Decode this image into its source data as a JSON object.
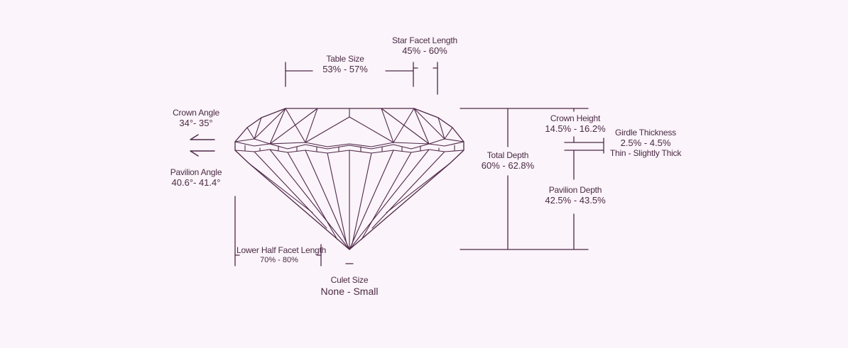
{
  "colors": {
    "background": "#fbf4fa",
    "line": "#4e2848",
    "text": "#4a2a44"
  },
  "labels": {
    "table_size": {
      "title": "Table Size",
      "value": "53% - 57%"
    },
    "star_facet_length": {
      "title": "Star Facet Length",
      "value": "45% - 60%"
    },
    "crown_angle": {
      "title": "Crown Angle",
      "value": "34°- 35°"
    },
    "pavilion_angle": {
      "title": "Pavilion Angle",
      "value": "40.6°- 41.4°"
    },
    "lower_half_facet_length": {
      "title": "Lower Half Facet Length",
      "value": "70% - 80%"
    },
    "culet_size": {
      "title": "Culet Size",
      "value": "None - Small"
    },
    "total_depth": {
      "title": "Total Depth",
      "value": "60% - 62.8%"
    },
    "crown_height": {
      "title": "Crown Height",
      "value": "14.5% - 16.2%"
    },
    "girdle_thickness": {
      "title": "Girdle Thickness",
      "value": "2.5% - 4.5%",
      "note": "Thin - Slightly Thick"
    },
    "pavilion_depth": {
      "title": "Pavilion Depth",
      "value": "42.5% - 43.5%"
    }
  }
}
